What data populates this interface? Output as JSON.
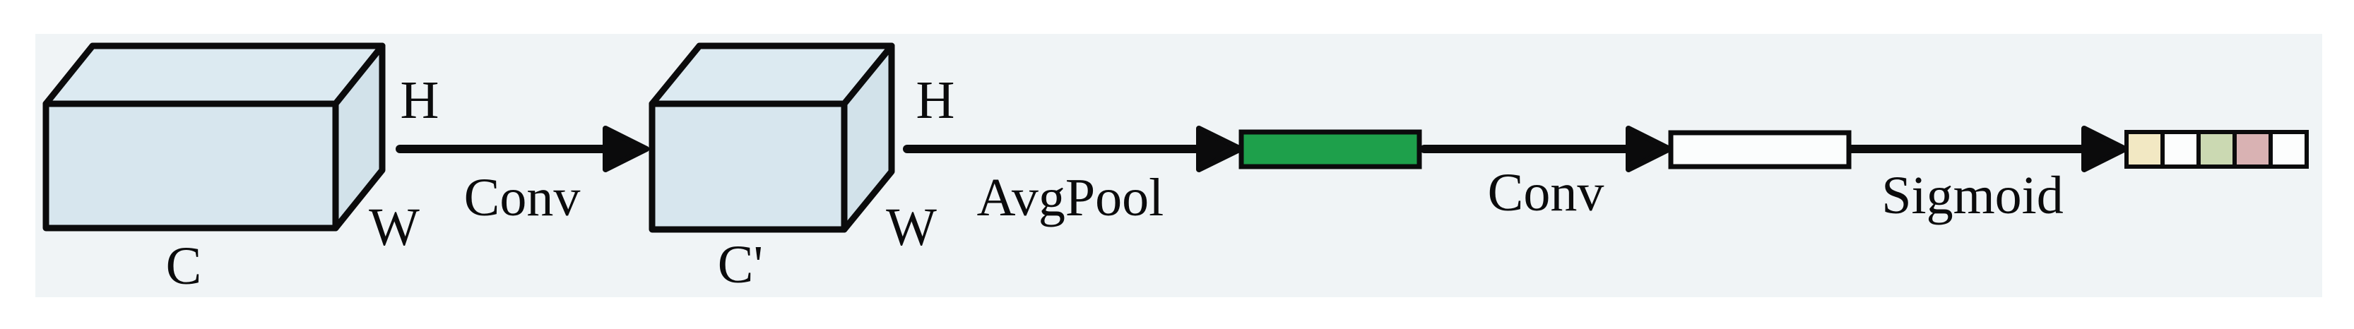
{
  "figure": {
    "description": "Channel attention block: input tensor -> Conv -> reduced tensor -> AvgPool -> vector -> Conv -> vector -> Sigmoid -> attention weights",
    "colors": {
      "outer_background": "#ffffff",
      "panel_background": "#f0f4f6",
      "stroke": "#0b0b0c",
      "tensor_front": "#d7e6ee",
      "tensor_top": "#dceaf1",
      "tensor_side": "#d2e2ea",
      "pooled_vector": "#1ea04b",
      "conv_vector": "#fbfdfd"
    }
  },
  "tensors": {
    "input": {
      "channel_label": "C",
      "height_label": "H",
      "width_label": "W"
    },
    "reduced": {
      "channel_label": "C'",
      "height_label": "H",
      "width_label": "W"
    }
  },
  "ops": {
    "conv1": "Conv",
    "avgpool": "AvgPool",
    "conv2": "Conv",
    "sigmoid": "Sigmoid"
  },
  "attention_vector": {
    "cells": [
      {
        "color": "#f2e8c3"
      },
      {
        "color": "#fcfdfd"
      },
      {
        "color": "#cbd9b2"
      },
      {
        "color": "#d9b2b3"
      },
      {
        "color": "#fcfdfd"
      }
    ]
  }
}
